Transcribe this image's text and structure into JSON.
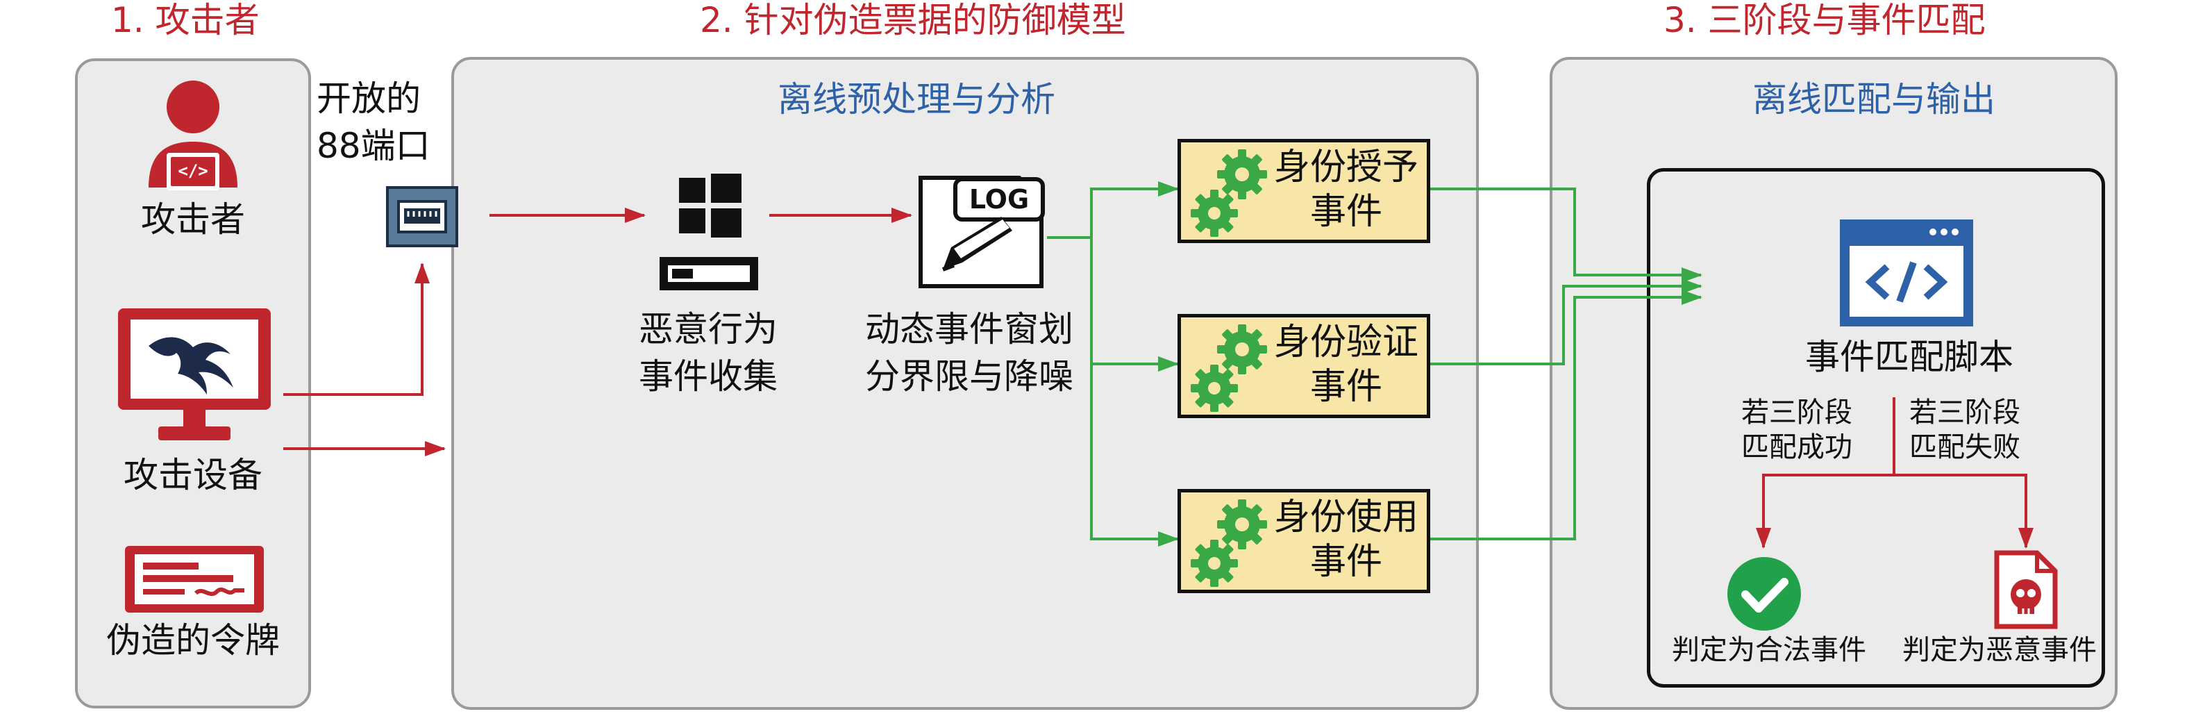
{
  "sections": {
    "attacker": "1. 攻击者",
    "defense": "2. 针对伪造票据的防御模型",
    "matching": "3. 三阶段与事件匹配"
  },
  "attacker_panel": {
    "attacker_label": "攻击者",
    "device_label": "攻击设备",
    "token_label": "伪造的令牌"
  },
  "port": {
    "label_line1": "开放的",
    "label_line2": "88端口"
  },
  "offline_analysis": {
    "title": "离线预处理与分析",
    "collect_line1": "恶意行为",
    "collect_line2": "事件收集",
    "log_badge": "LOG",
    "window_line1": "动态事件窗划",
    "window_line2": "分界限与降噪",
    "events": [
      {
        "line1": "身份授予",
        "line2": "事件"
      },
      {
        "line1": "身份验证",
        "line2": "事件"
      },
      {
        "line1": "身份使用",
        "line2": "事件"
      }
    ]
  },
  "offline_matching": {
    "title": "离线匹配与输出",
    "script_label": "事件匹配脚本",
    "success_line1": "若三阶段",
    "success_line2": "匹配成功",
    "fail_line1": "若三阶段",
    "fail_line2": "匹配失败",
    "legal_result": "判定为合法事件",
    "malicious_result": "判定为恶意事件"
  },
  "colors": {
    "red": "#c0262d",
    "green": "#3aa846",
    "blue": "#2e62a8",
    "event_fill": "#f8e6a8",
    "panel_fill": "#ebebeb"
  },
  "icons": [
    "hacker-icon",
    "computer-icon",
    "token-icon",
    "port-icon",
    "windows-icon",
    "log-icon",
    "gear-icon",
    "code-window-icon",
    "check-icon",
    "skull-file-icon"
  ]
}
